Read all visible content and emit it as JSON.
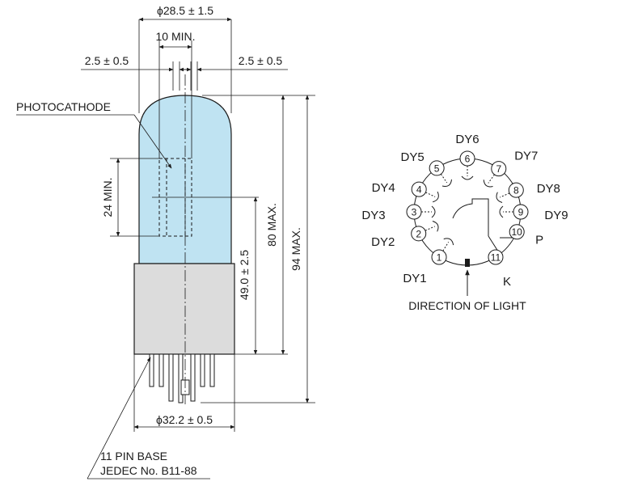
{
  "dimensions": {
    "bulb_diameter": "ϕ28.5 ± 1.5",
    "min_width": "10 MIN.",
    "left_offset": "2.5 ± 0.5",
    "right_offset": "2.5 ± 0.5",
    "cathode_height": "24 MIN.",
    "base_height": "49.0 ± 2.5",
    "body_max": "80 MAX.",
    "total_max": "94 MAX.",
    "base_diameter": "ϕ32.2 ± 0.5"
  },
  "labels": {
    "photocathode": "PHOTOCATHODE",
    "base_line1": "11 PIN BASE",
    "base_line2": "JEDEC No. B11-88",
    "direction": "DIRECTION OF LIGHT"
  },
  "pins": [
    {
      "num": "1",
      "name": "DY1"
    },
    {
      "num": "2",
      "name": "DY2"
    },
    {
      "num": "3",
      "name": "DY3"
    },
    {
      "num": "4",
      "name": "DY4"
    },
    {
      "num": "5",
      "name": "DY5"
    },
    {
      "num": "6",
      "name": "DY6"
    },
    {
      "num": "7",
      "name": "DY7"
    },
    {
      "num": "8",
      "name": "DY8"
    },
    {
      "num": "9",
      "name": "DY9"
    },
    {
      "num": "10",
      "name": "P"
    },
    {
      "num": "11",
      "name": "K"
    }
  ],
  "colors": {
    "bulb": "#bfe3f2",
    "base": "#dcdcdc",
    "line": "#1a1a1a"
  }
}
